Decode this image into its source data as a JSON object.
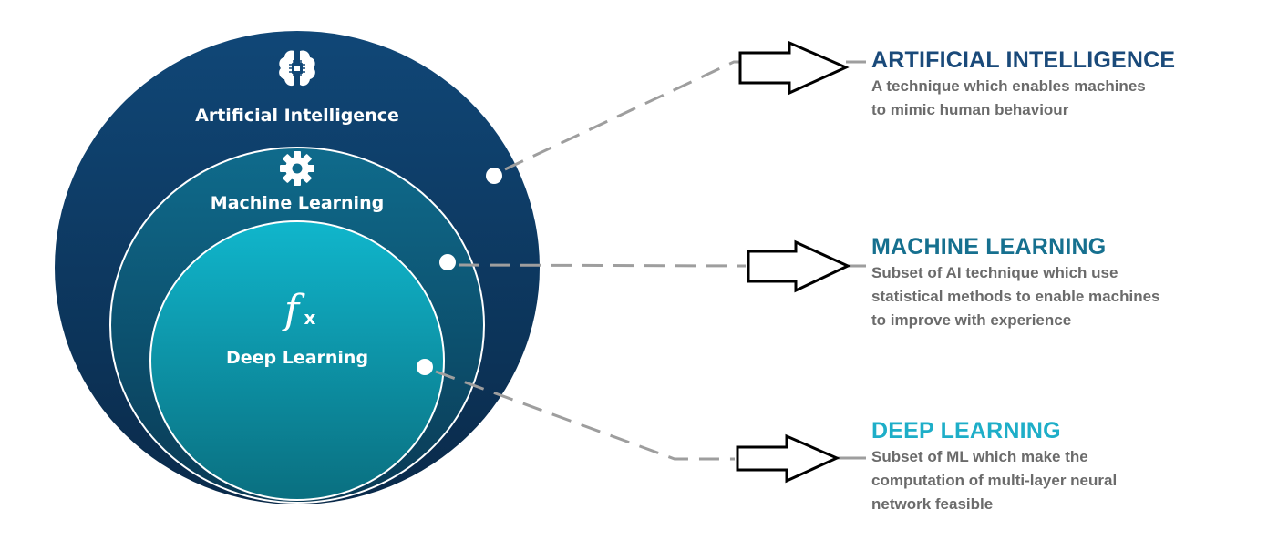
{
  "circles": {
    "ai": {
      "label": "Artificial Intelligence",
      "icon": "brain-chip-icon",
      "color_top": "#104777",
      "color_bottom": "#0a2a4a"
    },
    "ml": {
      "label": "Machine Learning",
      "icon": "gear-icon",
      "color_top": "#0f6b8c",
      "color_bottom": "#0a3a55"
    },
    "dl": {
      "label": "Deep Learning",
      "icon": "function-fx-icon",
      "color_top": "#10b6cc",
      "color_bottom": "#0a6f80"
    }
  },
  "panels": [
    {
      "id": "ai",
      "title": "ARTIFICIAL INTELLIGENCE",
      "title_color": "#1a4a7a",
      "lines": [
        "A technique which enables machines",
        "to mimic human behaviour"
      ]
    },
    {
      "id": "ml",
      "title": "MACHINE LEARNING",
      "title_color": "#16708f",
      "lines": [
        "Subset of AI technique which use",
        "statistical methods to enable machines",
        "to improve with experience"
      ]
    },
    {
      "id": "dl",
      "title": "DEEP LEARNING",
      "title_color": "#1eaec8",
      "lines": [
        "Subset of ML which make the",
        "computation of multi-layer neural",
        "network feasible"
      ]
    }
  ],
  "colors": {
    "connector": "#9e9e9e",
    "arrow_stroke": "#000000",
    "arrow_fill": "#ffffff",
    "label_text": "#ffffff",
    "desc_text": "#6b6b6b"
  }
}
